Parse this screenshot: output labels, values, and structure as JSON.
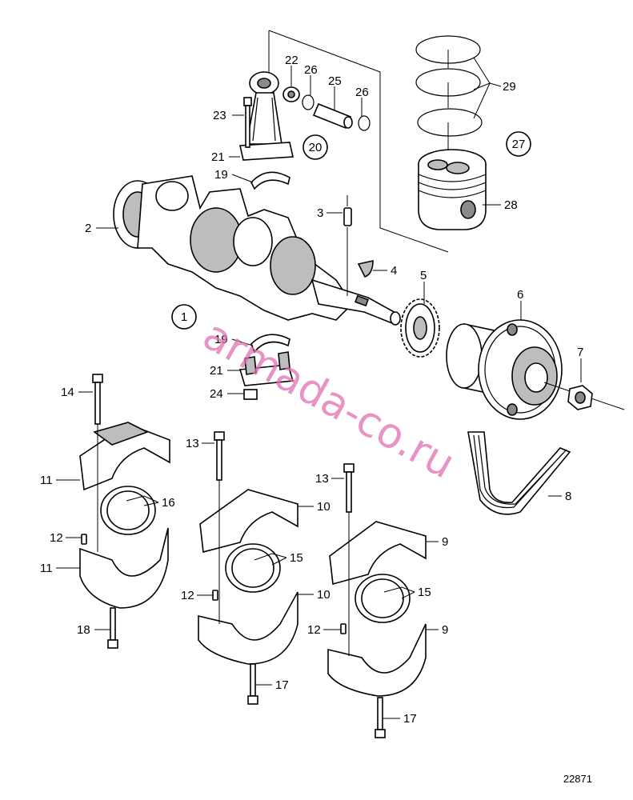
{
  "labels": {
    "l1": "1",
    "l2": "2",
    "l3": "3",
    "l4": "4",
    "l5": "5",
    "l6": "6",
    "l7": "7",
    "l8": "8",
    "l9a": "9",
    "l9b": "9",
    "l10a": "10",
    "l10b": "10",
    "l11a": "11",
    "l11b": "11",
    "l12a": "12",
    "l12b": "12",
    "l12c": "12",
    "l13a": "13",
    "l13b": "13",
    "l14": "14",
    "l15a": "15",
    "l15b": "15",
    "l16": "16",
    "l17a": "17",
    "l17b": "17",
    "l18": "18",
    "l19a": "19",
    "l19b": "19",
    "l20": "20",
    "l21a": "21",
    "l21b": "21",
    "l22": "22",
    "l23": "23",
    "l24": "24",
    "l25": "25",
    "l26a": "26",
    "l26b": "26",
    "l27": "27",
    "l28": "28",
    "l29": "29"
  },
  "watermark": "armada-co.ru",
  "drawing_number": "22871"
}
